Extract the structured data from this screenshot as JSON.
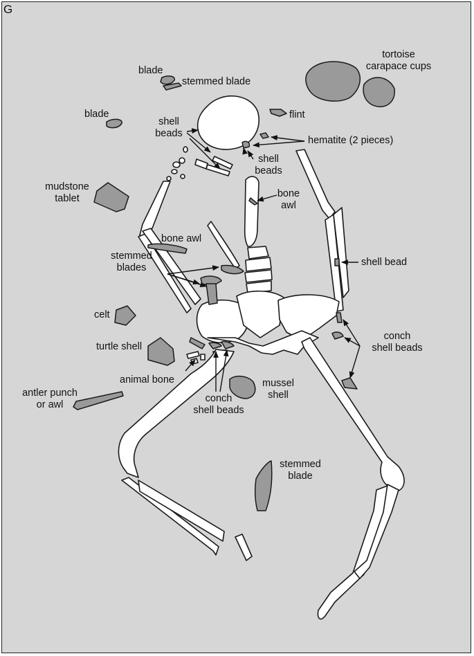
{
  "figure": {
    "panel_letter": "G",
    "colors": {
      "background": "#d6d6d6",
      "bone": "#ffffff",
      "artifact": "#9a9a9a",
      "outline": "#1a1a1a"
    }
  },
  "labels": {
    "tortoise": [
      "tortoise",
      "carapace cups"
    ],
    "blade_top": "blade",
    "stemmed_blade_top": "stemmed blade",
    "blade_left": "blade",
    "flint": "flint",
    "shell_beads_left": [
      "shell",
      "beads"
    ],
    "hematite": "hematite (2 pieces)",
    "shell_beads_right": [
      "shell",
      "beads"
    ],
    "mudstone_tablet": [
      "mudstone",
      "tablet"
    ],
    "bone_awl_spine": [
      "bone",
      "awl"
    ],
    "bone_awl_left": "bone awl",
    "shell_bead": "shell bead",
    "stemmed_blades": [
      "stemmed",
      "blades"
    ],
    "celt": "celt",
    "conch_right": [
      "conch",
      "shell beads"
    ],
    "turtle_shell": "turtle shell",
    "animal_bone": "animal bone",
    "antler": [
      "antler punch",
      "or awl"
    ],
    "mussel": [
      "mussel",
      "shell"
    ],
    "conch_center": [
      "conch",
      "shell beads"
    ],
    "stemmed_blade_bottom": [
      "stemmed",
      "blade"
    ]
  }
}
